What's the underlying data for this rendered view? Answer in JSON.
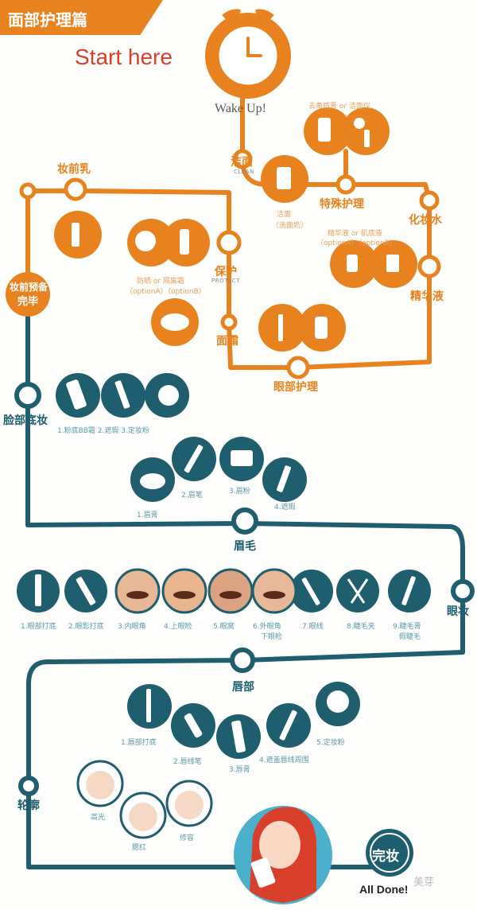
{
  "title": "面部护理篇",
  "start": "Start here",
  "wake": "Wake Up!",
  "clean": {
    "label": "洁面",
    "en": "CLEAN",
    "sub1": "洁面",
    "sub2": "（洗面奶）"
  },
  "special": {
    "label": "特殊护理",
    "sub": "去角质膏 or 洁面仪"
  },
  "toner": {
    "label": "化妆水"
  },
  "serum": {
    "label": "精华液",
    "sub": "精华液 or 肌底液",
    "options": "（optionA）（optionB）"
  },
  "eyecare": {
    "label": "眼部护理"
  },
  "cream": {
    "label": "面霜"
  },
  "protect": {
    "label": "保护",
    "en": "PROTECT",
    "sub": "防晒 or 隔离霜",
    "options": "（optionA）（optionB）"
  },
  "primer": {
    "label": "妆前乳"
  },
  "ready": {
    "label1": "妆前预备",
    "label2": "完毕"
  },
  "base": {
    "label": "脸部底妆",
    "sub": "1.粉底BB霜  2.遮瑕  3.定妆粉"
  },
  "brows": {
    "label": "眉毛",
    "items": [
      "1.眉膏",
      "2.眉笔",
      "3.眉粉",
      "4.遮瑕"
    ]
  },
  "eyes": {
    "label": "眼妆",
    "items": [
      "1.眼部打底",
      "2.眼影打底",
      "3.内眼角",
      "4.上眼睑",
      "5.眼窝",
      "6.外眼角",
      "7.眼线",
      "8.睫毛夹",
      "9.睫毛膏"
    ],
    "item6b": "下眼睑",
    "item9b": "假睫毛"
  },
  "lips": {
    "label": "唇部",
    "items": [
      "1.唇部打底",
      "2.唇线笔",
      "3.唇膏",
      "4.遮盖唇线周围",
      "5.定妆粉"
    ]
  },
  "contour": {
    "label": "轮廓",
    "items": [
      "高光",
      "腮红",
      "修容"
    ]
  },
  "done": {
    "label": "完妆",
    "en": "All Done!"
  },
  "watermark": "美芽",
  "colors": {
    "orange": "#e8821e",
    "teal": "#1e5e6e",
    "red": "#d8402c"
  }
}
